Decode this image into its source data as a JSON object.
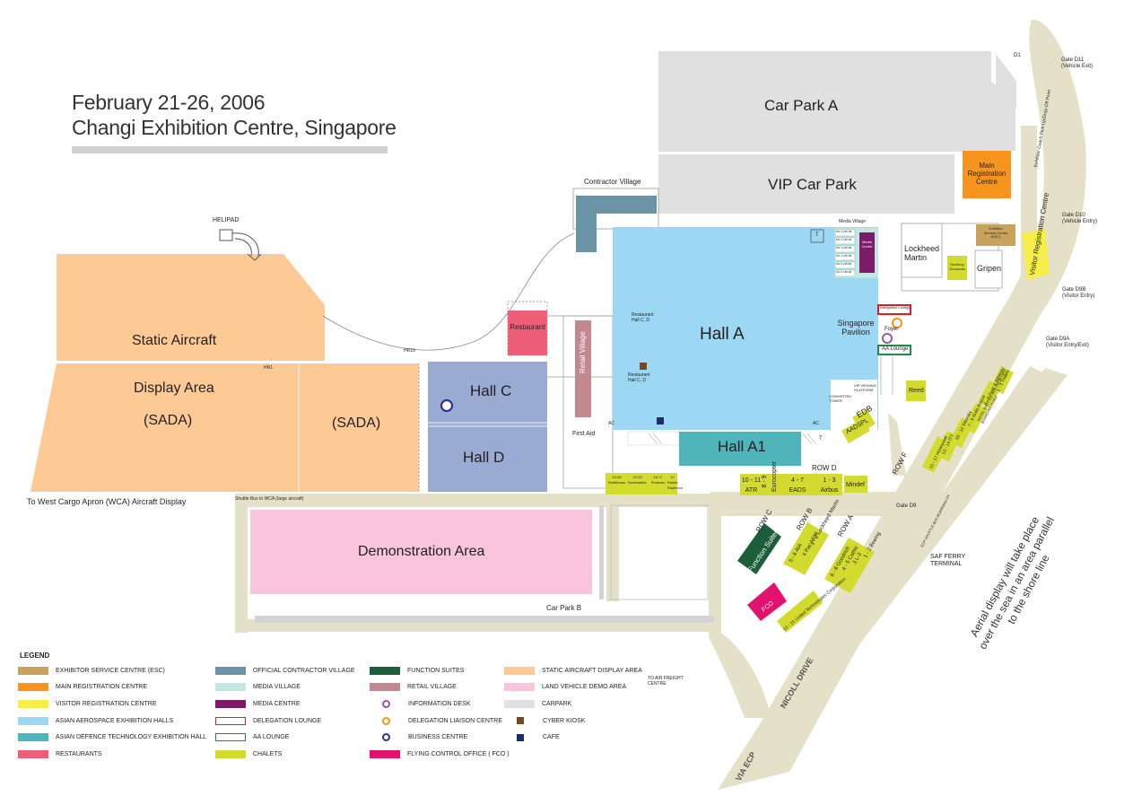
{
  "header": {
    "date": "February 21-26, 2006",
    "venue": "Changi Exhibition Centre, Singapore"
  },
  "colors": {
    "esc": "#c9a35c",
    "main_reg": "#f7941d",
    "visitor_reg": "#f7ee4a",
    "aerospace_hall": "#9cd8f3",
    "defence_hall": "#4fb5ba",
    "restaurant": "#ee5e78",
    "contractor": "#6b93a6",
    "media_village": "#c3e6df",
    "media_centre": "#7d1a6a",
    "function": "#1d5e3a",
    "retail": "#c3878f",
    "info_desk": "#8e5aa6",
    "delegation_liaison": "#f7941d",
    "business": "#2e3192",
    "fco": "#e2136f",
    "static": "#fdc995",
    "land_demo": "#f9c5dc",
    "carpark": "#e0e0e0",
    "cyber": "#7a4a1e",
    "cafe": "#1c2e6e",
    "chalet": "#d3db2f",
    "road": "#e5e1c9",
    "hall_cd": "#99aad3"
  },
  "areas": {
    "car_park_a": "Car Park A",
    "vip_car_park": "VIP Car Park",
    "car_park_b": "Car Park B",
    "main_registration": [
      "Main",
      "Registration",
      "Centre"
    ],
    "contractor_village": "Contractor Village",
    "helipad": "HELIPAD",
    "static_aircraft": "Static Aircraft",
    "display_area": "Display Area",
    "sada_left": "(SADA)",
    "sada_right": "(SADA)",
    "hall_a": "Hall A",
    "hall_a1": "Hall A1",
    "hall_c": "Hall C",
    "hall_d": "Hall D",
    "restaurant": "Restaurant",
    "retail_village": "Retail Village",
    "first_aid": [
      "First Aid"
    ],
    "singapore_pavilion": [
      "Singapore",
      "Pavilion"
    ],
    "demonstration_area": "Demonstration Area",
    "wca": "To West Cargo Apron (WCA) Aircraft Display",
    "shuttle": "Shuttle Bus to WCA (large aircraft)",
    "media_village": "Media Village",
    "media_centre": [
      "Media",
      "Centre"
    ],
    "lockheed": [
      "Lockheed",
      "Martin"
    ],
    "northrop": [
      "Northrop",
      "Grumman"
    ],
    "gripen": "Gripen",
    "esc": [
      "Exhibitor",
      "Service Centre",
      "(ESC)"
    ],
    "visitor_registration": "Visitor Registration Centre",
    "delegation_lounge": "Delegation Lounge",
    "aa_lounge": "AA Lounge",
    "foyer": "Foyer",
    "reed": "Reed",
    "edb": "EDB",
    "aadspl": "AADSPL",
    "function_suites": "Function Suites",
    "fco": "FCO",
    "saf_ferry": [
      "SAF FERRY",
      "TERMINAL"
    ],
    "aerial": [
      "Aerial display will take place",
      "over the sea in an area parallel",
      "to the shore line"
    ],
    "nicoll": "NICOLL DRIVE",
    "via_ecp": "VIA ECP",
    "air_freight": [
      "TO AIR FREIGHT",
      "CENTRE"
    ],
    "vip_viewing": [
      "VIP VIEWING",
      "PLATFORM"
    ],
    "converted": [
      "CONVERTED",
      "TOWER"
    ],
    "restaurant_hall_cd_1": [
      "Restaurant",
      "Hall C, D"
    ],
    "restaurant_hall_cd_2": [
      "Restaurant",
      "Hall C, D"
    ],
    "ac": "AC",
    "t": "T",
    "hr10": "HR10",
    "hr1": "HR1",
    "d1": "D1",
    "exhibitor_coach": "Exhibitor Coach Pick-Up/Drop-Off Point",
    "media_boxes": [
      "MC 1 A/B 1B",
      "MC 2 A/B 2B",
      "MC 3 A/B 3B",
      "MC 4 A/B 4B",
      "MC 5 A/B 5B",
      "MC 6 A/B 6B"
    ]
  },
  "gates": {
    "d11": [
      "Gate D11",
      "(Vehicle Exit)"
    ],
    "d10": [
      "Gate D10",
      "(Vehicle Entry)"
    ],
    "d9b": [
      "Gate D9B",
      "(Visitor Entry)"
    ],
    "d9a": [
      "Gate D9A",
      "(Visitor Entry/Exit)"
    ],
    "d9": "Gate D9"
  },
  "rows": {
    "row_a": "ROW A",
    "row_b": "ROW B",
    "row_c": "ROW C",
    "row_d": "ROW D",
    "row_f": "ROW F"
  },
  "chalets": {
    "row_d": [
      {
        "num": "24-25",
        "name": "Gulfstream"
      },
      {
        "num": "22-23",
        "name": "Bombardier"
      },
      {
        "num": "16-17",
        "name": "Embraer"
      },
      {
        "num": "12",
        "name": "Rafale Raytheon"
      },
      {
        "num": "10 - 11",
        "name": "ATR"
      },
      {
        "num": "8 - 9",
        "name": "Eurocopter"
      },
      {
        "num": "4 - 7",
        "name": "EADS"
      },
      {
        "num": "1 - 3",
        "name": "Airbus"
      },
      {
        "num": "",
        "name": "Mindef"
      }
    ],
    "row_b": [
      {
        "num": "5 - 6",
        "name": "AIA"
      },
      {
        "num": "4",
        "name": "Pac MOF"
      },
      {
        "num": "1 - 2",
        "name": "Lockheed Martin"
      }
    ],
    "row_a": [
      {
        "num": "6 - 8",
        "name": "Goodrich"
      },
      {
        "num": "4 - 5",
        "name": "Cathic"
      },
      {
        "num": "3",
        "name": "L-3"
      },
      {
        "num": "1 - 2",
        "name": "Boeing"
      }
    ],
    "row_f": [
      {
        "num": "15 - 17",
        "name": "Honeywell"
      },
      {
        "num": "13 - 14",
        "name": "ITT"
      },
      {
        "num": "10 - 12",
        "name": "Sikorsky"
      },
      {
        "num": "7 - 9",
        "name": "Rolls-Royce"
      },
      {
        "num": "4 - 6",
        "name": "Pratt & Whitney"
      },
      {
        "num": "1 - 3",
        "name": "Thales"
      }
    ],
    "utc": {
      "num": "10 - 15",
      "name": "United Technologies Corporation"
    },
    "shuttle_points": [
      "HOTEL SHUTTLE BUS DROP-OFF/ BOARDING POINT",
      "ECP SHUTTLE BUS BOARDING PT"
    ]
  },
  "legend": {
    "title": "LEGEND",
    "col1": [
      {
        "label": "EXHIBITOR SERVICE CENTRE (ESC)",
        "color": "#c9a35c"
      },
      {
        "label": "MAIN REGISTRATION CENTRE",
        "color": "#f7941d"
      },
      {
        "label": "VISITOR REGISTRATION CENTRE",
        "color": "#f7ee4a"
      },
      {
        "label": "ASIAN AEROSPACE EXHIBITION HALLS",
        "color": "#9cd8f3"
      },
      {
        "label": "ASIAN DEFENCE TECHNOLOGY EXHIBITION HALL",
        "color": "#4fb5ba"
      },
      {
        "label": "RESTAURANTS",
        "color": "#ee5e78"
      }
    ],
    "col2": [
      {
        "label": "OFFICIAL CONTRACTOR VILLAGE",
        "color": "#6b93a6",
        "style": "fill"
      },
      {
        "label": "MEDIA VILLAGE",
        "color": "#c3e6df",
        "style": "fill"
      },
      {
        "label": "MEDIA CENTRE",
        "color": "#7d1a6a",
        "style": "fill"
      },
      {
        "label": "DELEGATION LOUNGE",
        "color": "#e31b23",
        "style": "outline"
      },
      {
        "label": "AA LOUNGE",
        "color": "#1d8a4c",
        "style": "outline"
      },
      {
        "label": "CHALETS",
        "color": "#d3db2f",
        "style": "fill"
      }
    ],
    "col3": [
      {
        "label": "FUNCTION SUITES",
        "color": "#1d5e3a",
        "style": "fill"
      },
      {
        "label": "RETAIL VILLAGE",
        "color": "#c3878f",
        "style": "fill"
      },
      {
        "label": "INFORMATION DESK",
        "color": "#8e5aa6",
        "style": "ring"
      },
      {
        "label": "DELEGATION LIAISON CENTRE",
        "color": "#f7941d",
        "style": "ring"
      },
      {
        "label": "BUSINESS CENTRE",
        "color": "#2e3192",
        "style": "ring"
      },
      {
        "label": "FLYING CONTROL OFFICE ( FCO )",
        "color": "#e2136f",
        "style": "fill"
      }
    ],
    "col4": [
      {
        "label": "STATIC AIRCRAFT DISPLAY AREA",
        "color": "#fdc995",
        "style": "fill"
      },
      {
        "label": "LAND VEHICLE DEMO AREA",
        "color": "#f9c5dc",
        "style": "fill"
      },
      {
        "label": "CARPARK",
        "color": "#e0e0e0",
        "style": "fill"
      },
      {
        "label": "CYBER KIOSK",
        "color": "#7a4a1e",
        "style": "square"
      },
      {
        "label": "CAFE",
        "color": "#1c2e6e",
        "style": "square"
      }
    ]
  }
}
